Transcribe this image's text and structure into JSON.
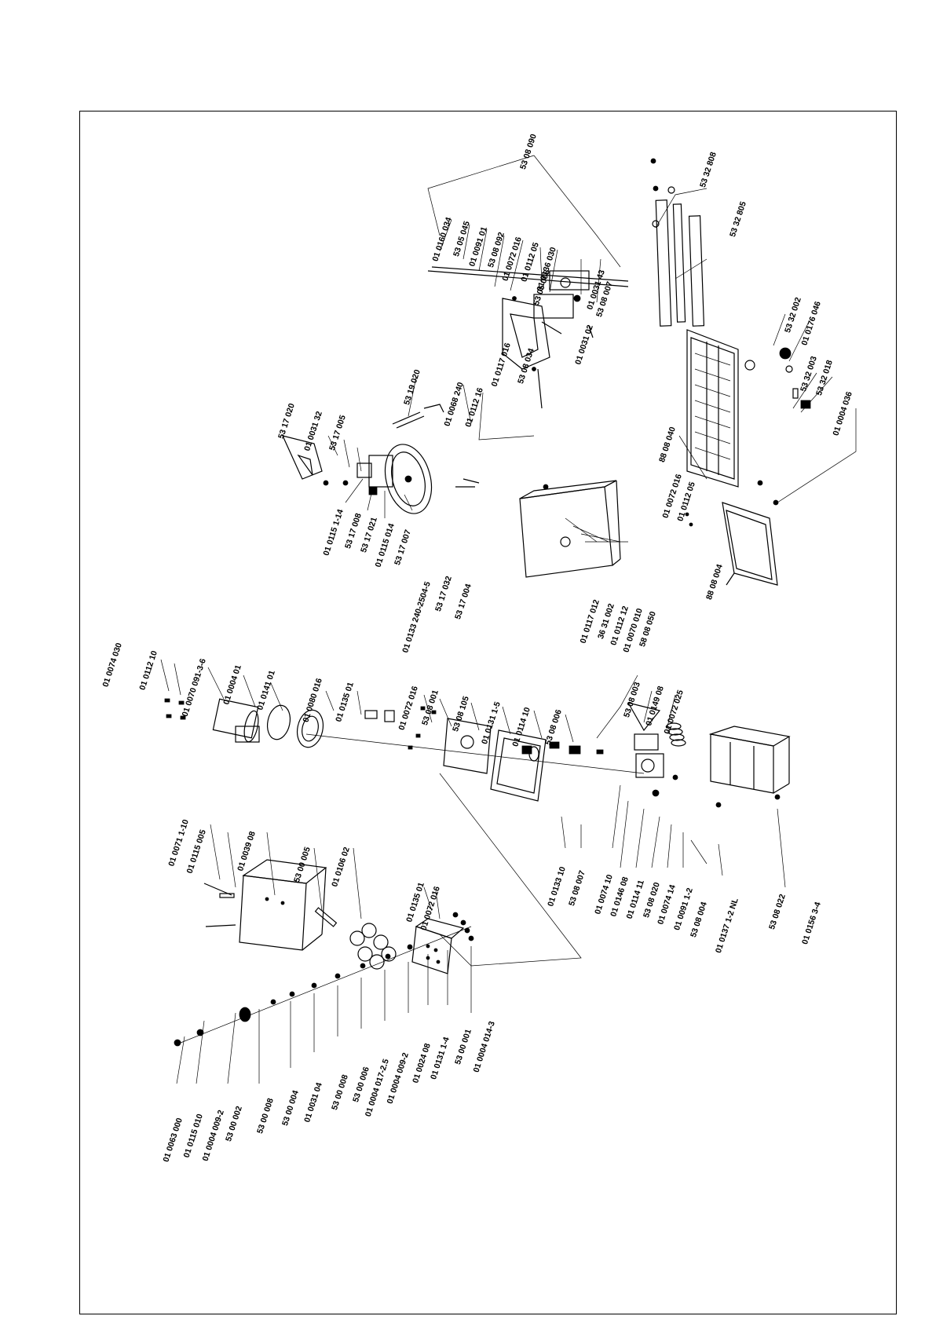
{
  "labels": [
    "53 08 090",
    "01 0160 034",
    "53 05 045",
    "01 0091 01",
    "53 08 092",
    "01 0072 016",
    "01 0112 05",
    "01 0136 030",
    "53 05 008",
    "01 0031 43",
    "53 08 007",
    "53 32 808",
    "53 32 805",
    "53 32 002",
    "01 0176 046",
    "53 32 003",
    "53 32 018",
    "01 0004 036",
    "01 0117 016",
    "53 08 034",
    "01 0031 02",
    "01 0112 16",
    "01 0068 240",
    "53 19 020",
    "53 17 020",
    "01 0031 32",
    "53 17 005",
    "01 0115 1-14",
    "53 17 008",
    "53 17 021",
    "01 0115 014",
    "53 17 007",
    "01 0133 240-2504-5",
    "53 17 032",
    "53 17 004",
    "88 08 040",
    "01 0072 016",
    "01 0112 05",
    "88 08 004",
    "01 0117 012",
    "36 31 002",
    "01 0112 12",
    "01 0070 010",
    "58 08 050",
    "01 0074 030",
    "01 0112 10",
    "01 0070 091-3-6",
    "01 0004 01",
    "01 0141 01",
    "01 0080 016",
    "01 0135 01",
    "01 0072 016",
    "53 08 001",
    "53 08 105",
    "01 0131 1-5",
    "01 0114 10",
    "53 08 006",
    "53 08 003",
    "01 0149 08",
    "01 0072 025",
    "01 0133 10",
    "53 08 007",
    "01 0074 10",
    "01 0146 08",
    "01 0114 11",
    "53 08 020",
    "01 0074 14",
    "01 0091 1-2",
    "53 08 004",
    "01 0137 1-2 NL",
    "53 08 022",
    "01 0156 3-4",
    "01 0071 1-10",
    "01 0115 005",
    "01 0039 08",
    "53 00 005",
    "01 0106 02",
    "01 0135 01",
    "01 0072 016",
    "01 0063 000",
    "01 0115 010",
    "01 0004 009-2",
    "53 00 002",
    "53 00 008",
    "53 00 004",
    "01 0031 04",
    "53 00 008",
    "53 00 006",
    "01 0004 017-2.5",
    "01 0004 009-2",
    "01 0024 08",
    "01 0131 1-4",
    "53 00 001",
    "01 0004 014-3"
  ]
}
